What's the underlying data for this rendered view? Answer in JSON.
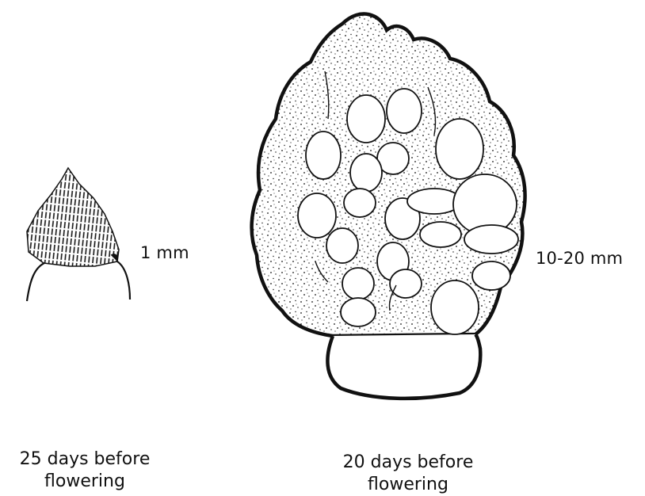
{
  "labels": {
    "small_size": "1 mm",
    "large_size": "10-20 mm"
  },
  "captions": {
    "left_line1": "25 days before",
    "left_line2": "flowering",
    "right_line1": "20 days before",
    "right_line2": "flowering"
  },
  "colors": {
    "ink": "#111111",
    "paper": "#ffffff"
  }
}
